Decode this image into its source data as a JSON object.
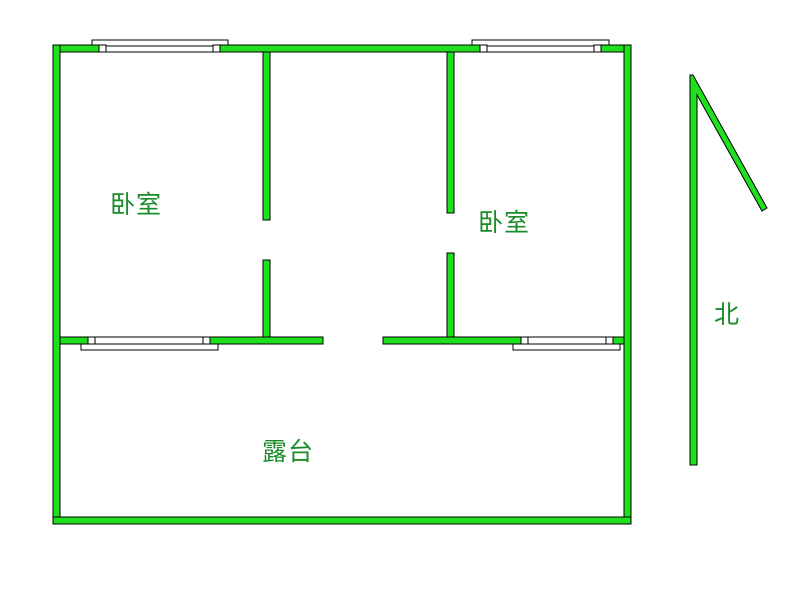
{
  "rooms": {
    "bedroom_left": "卧室",
    "bedroom_right": "卧室",
    "terrace": "露台"
  },
  "compass": {
    "north_label": "北"
  },
  "colors": {
    "wall": "#1fe01f",
    "label": "#1a8c2a"
  }
}
